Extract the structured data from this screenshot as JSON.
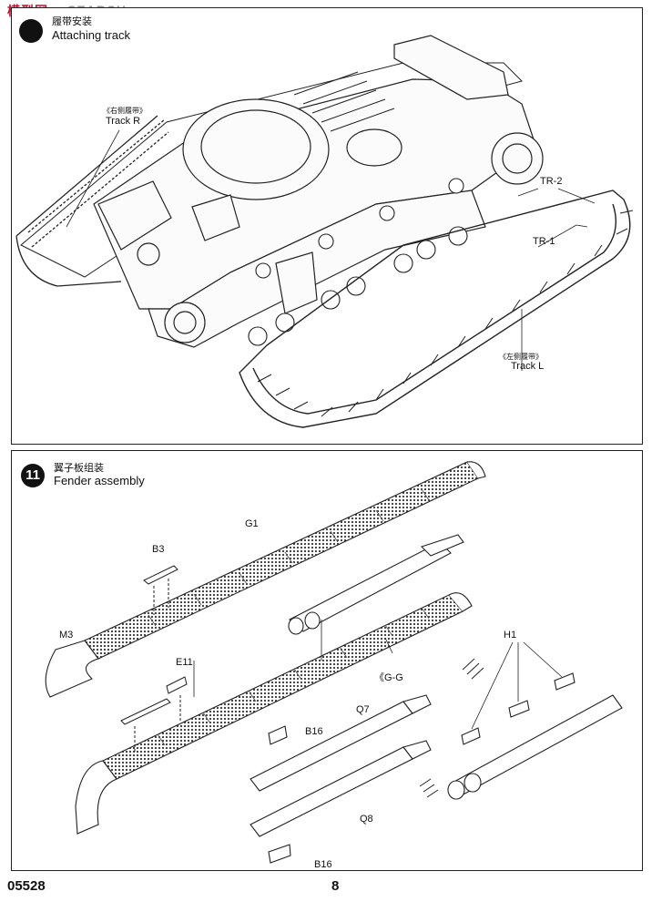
{
  "watermark": {
    "logo_text": "模型网",
    "search_text": "SEARCH"
  },
  "step_top": {
    "title_zh": "履带安装",
    "title_en": "Attaching track",
    "labels": {
      "track_r_zh": "《右侧履带》",
      "track_r": "Track R",
      "track_l_zh": "《左侧履带》",
      "track_l": "Track L",
      "tr2": "TR-2",
      "tr1": "TR-1"
    }
  },
  "step_bottom": {
    "number": "11",
    "title_zh": "翼子板组装",
    "title_en": "Fender assembly",
    "labels": {
      "g1": "G1",
      "b3": "B3",
      "m3": "M3",
      "e11": "E11",
      "gg": "《G-G",
      "h1": "H1",
      "q7": "Q7",
      "b16_top": "B16",
      "q8": "Q8",
      "b16_bottom": "B16"
    }
  },
  "footer": {
    "kit_number": "05528",
    "page_number": "8"
  }
}
